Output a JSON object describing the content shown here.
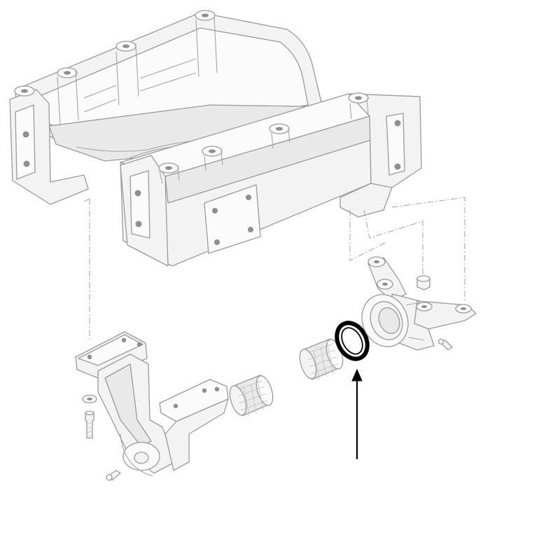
{
  "diagram": {
    "parts": [
      {
        "name": "subframe",
        "icon": "subframe-icon"
      },
      {
        "name": "left-bracket",
        "icon": "bracket-icon"
      },
      {
        "name": "left-needle-bearing",
        "icon": "needle-bearing-icon"
      },
      {
        "name": "right-needle-bearing",
        "icon": "needle-bearing-icon"
      },
      {
        "name": "seal-ring",
        "icon": "seal-ring-icon",
        "highlighted": true
      },
      {
        "name": "steering-knuckle",
        "icon": "knuckle-icon"
      },
      {
        "name": "bolt",
        "icon": "bolt-icon"
      },
      {
        "name": "washer",
        "icon": "washer-icon"
      },
      {
        "name": "nut",
        "icon": "nut-icon"
      },
      {
        "name": "grease-fitting",
        "icon": "grease-fitting-icon"
      }
    ],
    "pointer": {
      "icon": "arrow-up-icon",
      "target": "seal-ring"
    },
    "colors": {
      "line": "#9a9a9a",
      "fill": "#f3f3f3",
      "highlight": "#000000",
      "background": "#ffffff"
    }
  }
}
